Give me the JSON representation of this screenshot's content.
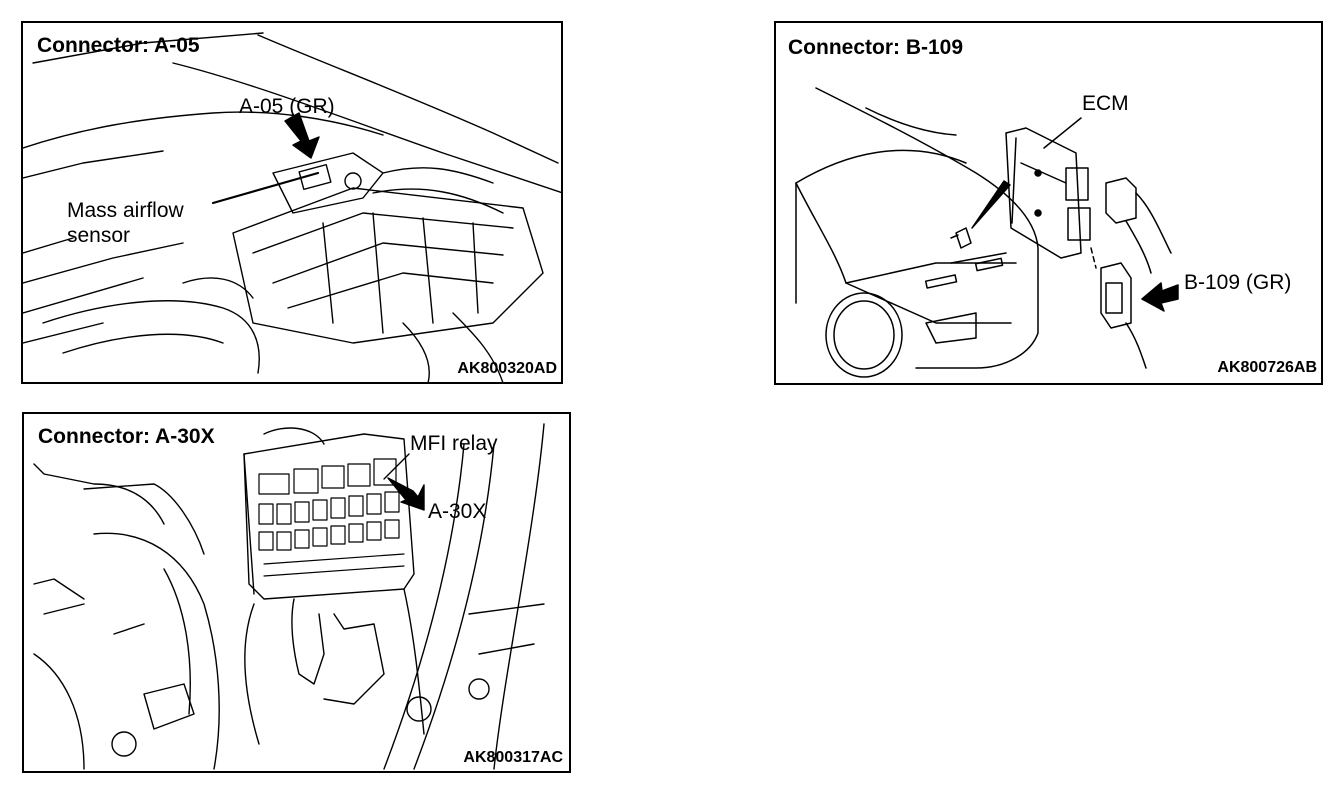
{
  "panels": [
    {
      "title": "Connector: A-05",
      "callouts": [
        "A-05 (GR)",
        "Mass airflow",
        "sensor"
      ],
      "code": "AK800320AD"
    },
    {
      "title": "Connector: B-109",
      "callouts": [
        "ECM",
        "B-109 (GR)"
      ],
      "code": "AK800726AB"
    },
    {
      "title": "Connector: A-30X",
      "callouts": [
        "MFI relay",
        "A-30X"
      ],
      "code": "AK800317AC"
    }
  ]
}
